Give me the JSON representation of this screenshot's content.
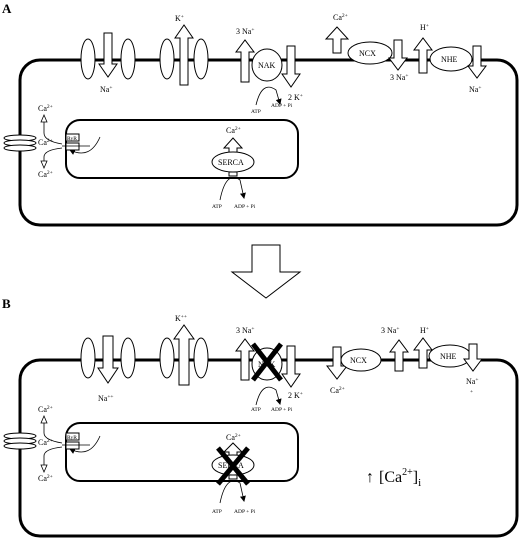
{
  "panels": {
    "a": {
      "label": "A",
      "k": "K",
      "k_sup": "+",
      "na_left": "Na",
      "na_left_sup": "+",
      "nak_na": "3 Na",
      "nak_na_sup": "+",
      "nak": "NAK",
      "nak_k": "2 K",
      "nak_k_sup": "+",
      "atp": "ATP",
      "adp": "ADP + Pi",
      "ncx_ca": "Ca",
      "ncx_ca_sup": "2+",
      "ncx": "NCX",
      "ncx_na": "3 Na",
      "ncx_na_sup": "+",
      "nhe_h": "H",
      "nhe_h_sup": "+",
      "nhe": "NHE",
      "nhe_na": "Na",
      "nhe_na_sup": "+",
      "ryr": "RyR",
      "ca_top": "Ca",
      "ca_top_sup": "2+",
      "ca_mid": "Ca",
      "ca_mid_sup": "2+",
      "ca_bot": "Ca",
      "ca_bot_sup": "2+",
      "serca_ca": "Ca",
      "serca_ca_sup": "2+",
      "serca": "SERCA",
      "serca_atp": "ATP",
      "serca_adp": "ADP + Pi"
    },
    "b": {
      "label": "B",
      "k": "K",
      "k_sup": "++",
      "na_left": "Na",
      "na_left_sup": "++",
      "nak_na": "3 Na",
      "nak_na_sup": "+",
      "nak": "NAK",
      "nak_k": "2 K",
      "nak_k_sup": "+",
      "atp": "ATP",
      "adp": "ADP + Pi",
      "ncx_ca": "Ca",
      "ncx_ca_sup": "2+",
      "ncx": "NCX",
      "ncx_na": "3 Na",
      "ncx_na_sup": "+",
      "nhe_h": "H",
      "nhe_h_sup": "+",
      "nhe": "NHE",
      "nhe_na": "Na",
      "nhe_na_sup": "+",
      "nhe_na_extra": "+",
      "ryr": "RyR",
      "ca_top": "Ca",
      "ca_top_sup": "2+",
      "ca_mid": "Ca",
      "ca_mid_sup": "2+",
      "ca_bot": "Ca",
      "ca_bot_sup": "2+",
      "serca_ca": "Ca",
      "serca_ca_sup": "2+",
      "serca": "SERCA",
      "serca_atp": "ATP",
      "serca_adp": "ADP + Pi",
      "cai_arrow": "↑",
      "cai_open": "[Ca",
      "cai_sup": "2+",
      "cai_close": "]",
      "cai_sub": "i"
    }
  },
  "colors": {
    "line": "#000000",
    "background": "#ffffff"
  }
}
